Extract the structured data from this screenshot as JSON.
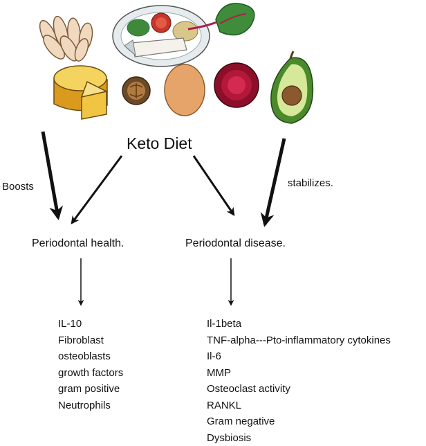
{
  "title": "Keto Diet",
  "labels": {
    "boosts": "Boosts",
    "stabilizes": "stabilizes."
  },
  "nodes": {
    "health": "Periodontal health.",
    "disease": "Periodontal disease."
  },
  "health_items": [
    "IL-10",
    "Fibroblast",
    "osteoblasts",
    "growth factors",
    "gram positive",
    "Neutrophils"
  ],
  "disease_items": [
    "Il-1beta",
    "TNF-alpha---Pto-inflammatory cytokines",
    "Il-6",
    "MMP",
    "Osteoclast activity",
    "RANKL",
    "Gram negative",
    "Dysbiosis"
  ],
  "foods": [
    "almonds-icon",
    "fish-plate-icon",
    "chard-icon",
    "cheese-icon",
    "walnut-icon",
    "egg-icon",
    "beet-icon",
    "avocado-icon"
  ]
}
